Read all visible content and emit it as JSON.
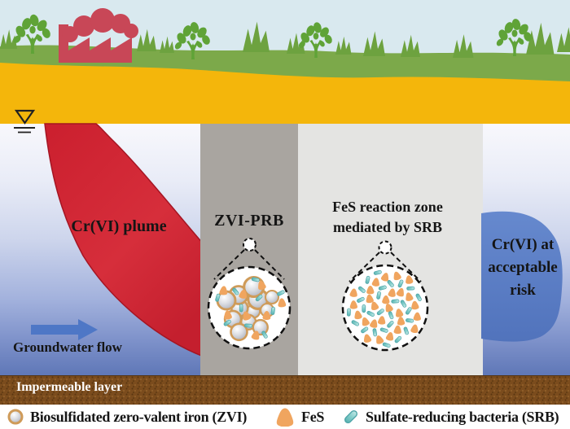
{
  "figure": {
    "type": "schematic-diagram",
    "subject": "Cr(VI) groundwater remediation with a biosulfidated ZVI permeable reactive barrier"
  },
  "labels": {
    "plume": "Cr(VI) plume",
    "zvi_prb": "ZVI-PRB",
    "fes_zone_line1": "FeS reaction zone",
    "fes_zone_line2": "mediated by SRB",
    "outlet_line1": "Cr(VI) at",
    "outlet_line2": "acceptable",
    "outlet_line3": "risk",
    "groundwater_flow": "Groundwater flow",
    "impermeable": "Impermeable layer"
  },
  "legend": {
    "items": [
      {
        "icon": "zvi-particle-icon",
        "label": "Biosulfidated zero-valent iron (ZVI)"
      },
      {
        "icon": "fes-particle-icon",
        "label": "FeS"
      },
      {
        "icon": "srb-bacteria-icon",
        "label": "Sulfate-reducing bacteria (SRB)"
      }
    ]
  },
  "icons": {
    "water_table_icon": "▽",
    "groundwater_flow_arrow_icon": "→",
    "factory_icon": "factory with smoke",
    "tree_icon": "tree",
    "magnifier_callout_icon": "dashed magnification circle"
  },
  "colors": {
    "sky_blue": "#d9e9ef",
    "grass_green": "#7ca94a",
    "tree_green": "#5fa337",
    "soil_yellow": "#f4b60b",
    "plume_red": "#cf2533",
    "factory_red": "#c84757",
    "zvi_column_gray": "#a9a5a0",
    "fes_zone_gray": "#e4e4e2",
    "clean_plume_blue": "#5c7ec6",
    "arrow_blue": "#4e77c6",
    "impermeable_brown": "#7b4c1d",
    "zvi_ring_tan": "#cf9b59",
    "fes_orange": "#f0a55f",
    "srb_teal": "#7fccc9"
  },
  "magnifiers": {
    "zvi": {
      "zvi_count": 12,
      "fes_count": 8,
      "srb_count": 10
    },
    "fes": {
      "fes_count": 27,
      "srb_count": 27
    }
  }
}
